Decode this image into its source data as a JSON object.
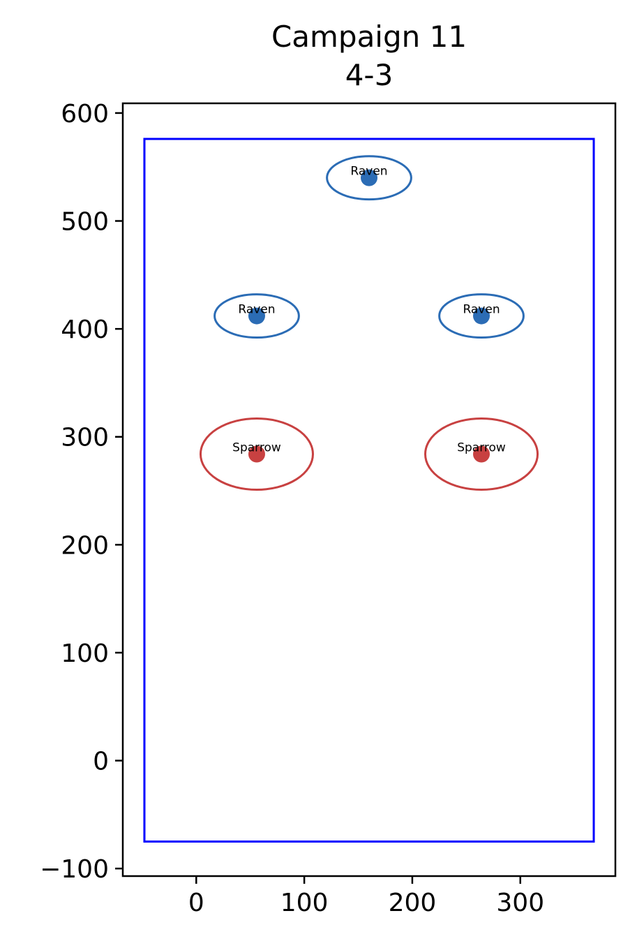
{
  "chart_data": {
    "type": "scatter",
    "title": "Campaign 11",
    "subtitle": "4-3",
    "xlabel": "",
    "ylabel": "",
    "xlim": [
      -68,
      388
    ],
    "ylim": [
      -107,
      609
    ],
    "xticks": [
      0,
      100,
      200,
      300
    ],
    "yticks": [
      -100,
      0,
      100,
      200,
      300,
      400,
      500,
      600
    ],
    "xtick_labels": [
      "0",
      "100",
      "200",
      "300"
    ],
    "ytick_labels": [
      "−100",
      "0",
      "100",
      "200",
      "300",
      "400",
      "500",
      "600"
    ],
    "grid": false,
    "boundary": {
      "x": [
        -48,
        368
      ],
      "y": [
        -75,
        576
      ],
      "color": "#0000ff"
    },
    "points": [
      {
        "label": "Raven",
        "x": 160,
        "y": 540,
        "rx": 39,
        "ry": 20,
        "color": "#2b6cb5"
      },
      {
        "label": "Raven",
        "x": 56,
        "y": 412,
        "rx": 39,
        "ry": 20,
        "color": "#2b6cb5"
      },
      {
        "label": "Raven",
        "x": 264,
        "y": 412,
        "rx": 39,
        "ry": 20,
        "color": "#2b6cb5"
      },
      {
        "label": "Sparrow",
        "x": 56,
        "y": 284,
        "rx": 52,
        "ry": 33,
        "color": "#c84141"
      },
      {
        "label": "Sparrow",
        "x": 264,
        "y": 284,
        "rx": 52,
        "ry": 33,
        "color": "#c84141"
      }
    ]
  }
}
